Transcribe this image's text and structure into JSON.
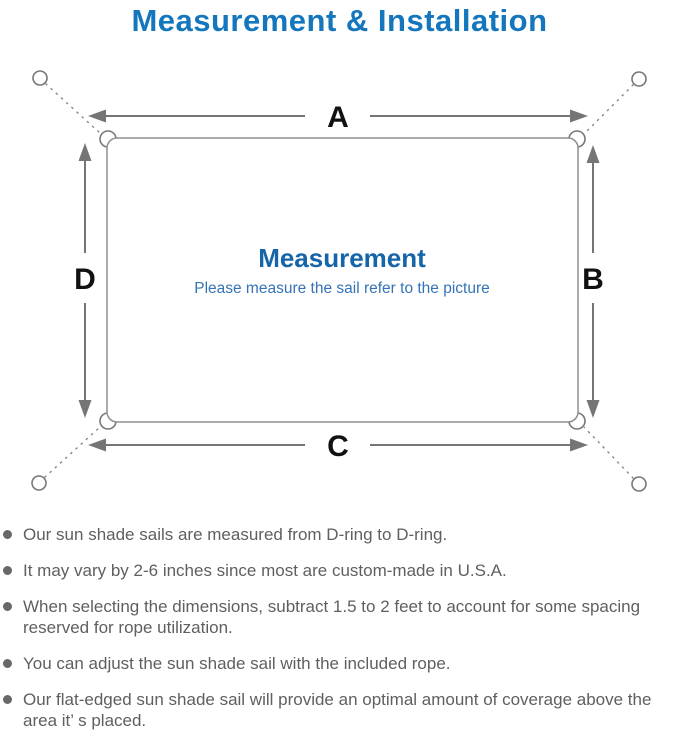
{
  "page": {
    "title": "Measurement & Installation"
  },
  "diagram": {
    "labels": {
      "top": "A",
      "right": "B",
      "bottom": "C",
      "left": "D"
    },
    "center_title": "Measurement",
    "center_subtitle": "Please measure the sail refer to the picture"
  },
  "notes": [
    "Our sun shade sails are measured from D-ring to D-ring.",
    "It may vary by 2-6 inches since most are custom-made in U.S.A.",
    "When selecting the dimensions, subtract 1.5 to 2 feet to account for some spacing reserved for rope utilization.",
    "You can adjust the sun shade sail with the included rope.",
    "Our flat-edged sun shade sail will provide an optimal amount of coverage above the area it’ s placed."
  ],
  "colors": {
    "title_blue": "#1476bd",
    "center_title_blue": "#1565a8",
    "subtitle_blue": "#3573b6",
    "diagram_line_gray": "#7d7d7d",
    "note_text_gray": "#5f5f5f"
  }
}
